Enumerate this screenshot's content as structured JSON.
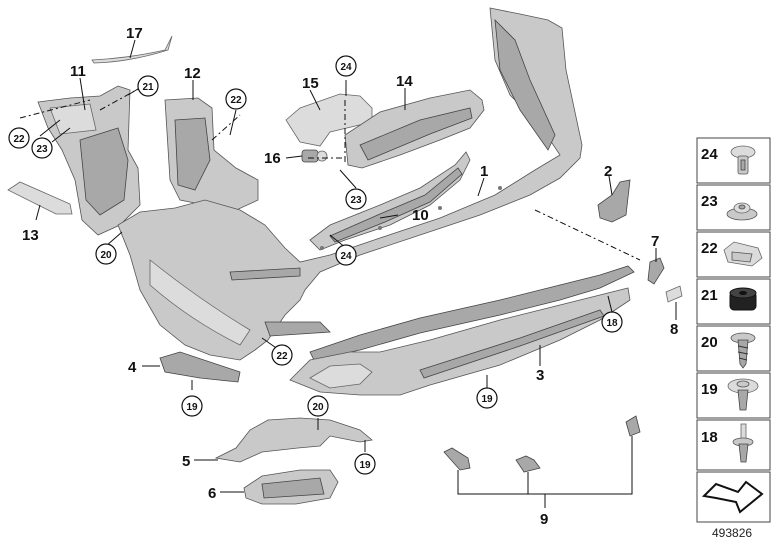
{
  "callouts_plain": {
    "p1": "1",
    "p2": "2",
    "p3": "3",
    "p4": "4",
    "p5": "5",
    "p6": "6",
    "p7": "7",
    "p8": "8",
    "p9": "9",
    "p10": "10",
    "p11": "11",
    "p12": "12",
    "p13": "13",
    "p14": "14",
    "p15": "15",
    "p16": "16",
    "p17": "17"
  },
  "callouts_circled": {
    "c18": "18",
    "c19a": "19",
    "c19b": "19",
    "c19c": "19",
    "c20a": "20",
    "c20b": "20",
    "c21": "21",
    "c22a": "22",
    "c22b": "22",
    "c22c": "22",
    "c23a": "23",
    "c23b": "23",
    "c24a": "24",
    "c24b": "24"
  },
  "legend": {
    "items": [
      {
        "number": "24",
        "icon": "push-rivet-icon"
      },
      {
        "number": "23",
        "icon": "hex-nut-icon"
      },
      {
        "number": "22",
        "icon": "spring-clip-icon"
      },
      {
        "number": "21",
        "icon": "rubber-buffer-icon"
      },
      {
        "number": "20",
        "icon": "screw-icon"
      },
      {
        "number": "19",
        "icon": "expanding-rivet-icon"
      },
      {
        "number": "18",
        "icon": "clip-rivet-icon"
      }
    ],
    "last_icon": "view-direction-arrow-icon"
  },
  "reference_number": "493826",
  "colors": {
    "part_fill": "#c9c9c9",
    "outline": "#555555",
    "text": "#111111"
  }
}
